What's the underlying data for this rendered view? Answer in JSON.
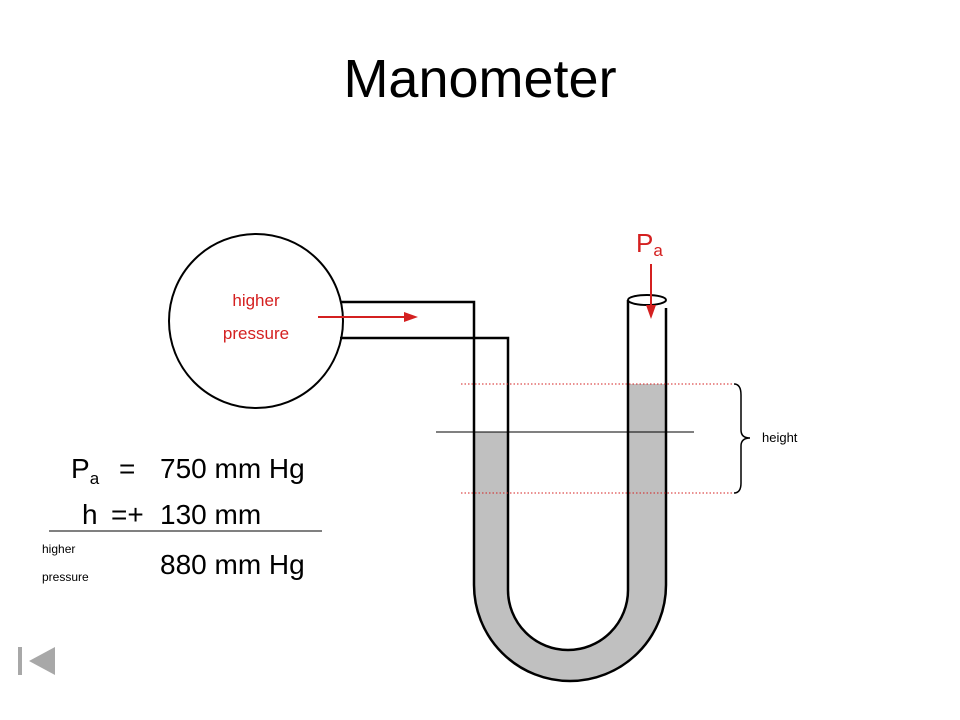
{
  "title": "Manometer",
  "diagram": {
    "bulb_label_line1": "higher",
    "bulb_label_line2": "pressure",
    "pa_main": "P",
    "pa_sub": "a",
    "height_label": "height"
  },
  "equation": {
    "row1_var": "P",
    "row1_sub": "a",
    "row1_op": "=",
    "row1_value": "750 mm Hg",
    "row2_var": "h",
    "row2_op": "=+",
    "row2_value": "130 mm",
    "note_line1": "higher",
    "note_line2": "pressure",
    "result_value": "880 mm Hg"
  },
  "colors": {
    "accent_red": "#d42020",
    "mercury_gray": "#c0c0c0"
  },
  "nav": {
    "icon": "skip-back-icon"
  }
}
